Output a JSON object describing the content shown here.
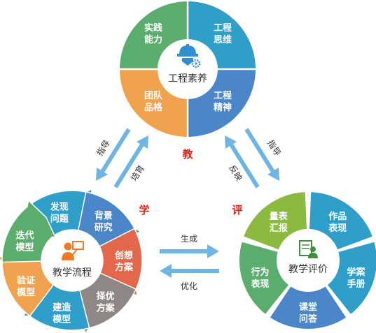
{
  "colors": {
    "green": "#5aad6c",
    "teal": "#2f9fc9",
    "blue": "#4a86c8",
    "orange": "#f0a24e",
    "red": "#e2674b",
    "gray": "#8e8784",
    "lime": "#8cb93f",
    "arrow": "#6fb4e2",
    "accent_red": "#d7261e"
  },
  "top_circle": {
    "center_label": "工程素养",
    "icon": "engineer-helmet-gear-icon",
    "segments": [
      {
        "line1": "实践",
        "line2": "能力",
        "color": "green"
      },
      {
        "line1": "工程",
        "line2": "思维",
        "color": "teal"
      },
      {
        "line1": "工程",
        "line2": "精神",
        "color": "blue"
      },
      {
        "line1": "团队",
        "line2": "品格",
        "color": "orange"
      }
    ]
  },
  "left_cycle": {
    "center_label": "教学流程",
    "icon": "teacher-presenting-icon",
    "segments": [
      {
        "line1": "发现",
        "line2": "问题",
        "color": "teal"
      },
      {
        "line1": "背景",
        "line2": "研究",
        "color": "blue"
      },
      {
        "line1": "创想",
        "line2": "方案",
        "color": "red"
      },
      {
        "line1": "择优",
        "line2": "方案",
        "color": "gray"
      },
      {
        "line1": "建造",
        "line2": "模型",
        "color": "teal"
      },
      {
        "line1": "验证",
        "line2": "模型",
        "color": "orange"
      },
      {
        "line1": "迭代",
        "line2": "模型",
        "color": "green"
      }
    ]
  },
  "right_ring": {
    "center_label": "教学评价",
    "icon": "evaluation-person-chart-icon",
    "segments": [
      {
        "line1": "量表",
        "line2": "汇报",
        "color": "lime"
      },
      {
        "line1": "作品",
        "line2": "表现",
        "color": "teal"
      },
      {
        "line1": "学案",
        "line2": "手册",
        "color": "teal"
      },
      {
        "line1": "课堂",
        "line2": "问答",
        "color": "blue"
      },
      {
        "line1": "行为",
        "line2": "表现",
        "color": "green"
      }
    ]
  },
  "red_chars": {
    "teach": "教",
    "learn": "学",
    "evaluate": "评"
  },
  "arrow_labels": {
    "left_down": "指导",
    "left_up": "培育",
    "right_up": "反映",
    "right_down": "指导",
    "generate": "生成",
    "optimize": "优化"
  }
}
